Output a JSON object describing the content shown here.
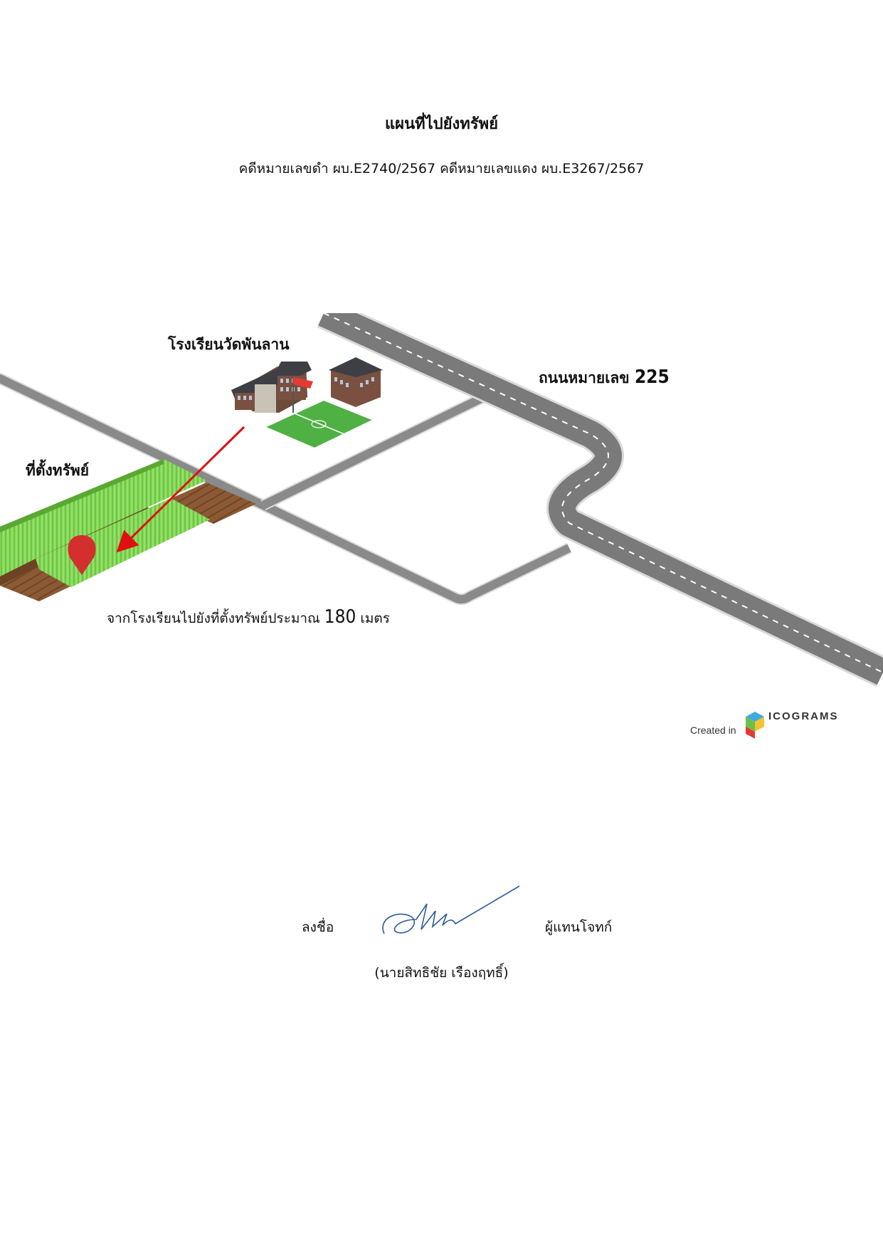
{
  "document": {
    "title": "แผนที่ไปยังทรัพย์",
    "case_line": "คดีหมายเลขดำ ผบ.E2740/2567 คดีหมายเลขแดง ผบ.E3267/2567"
  },
  "map": {
    "school_label": "โรงเรียนวัดพันลาน",
    "road_label": "ถนนหมายเลข",
    "road_number": "225",
    "property_label": "ที่ตั้งทรัพย์",
    "distance_text": "จากโรงเรียนไปยังที่ตั้งทรัพย์ประมาณ",
    "distance_value": "180",
    "distance_unit": "เมตร",
    "credit_prefix": "Created in",
    "credit_brand": "ICOGRAMS",
    "colors": {
      "road": "#7a7a7a",
      "road_edge": "#d9d9d9",
      "field_green": "#7fcf4e",
      "soil": "#8a5a34",
      "pin": "#d32f2f",
      "arrow": "#e01010"
    }
  },
  "signature": {
    "sign_label": "ลงชื่อ",
    "role": "ผู้แทนโจทก์",
    "name": "(นายสิทธิชัย เรืองฤทธิ์)"
  }
}
